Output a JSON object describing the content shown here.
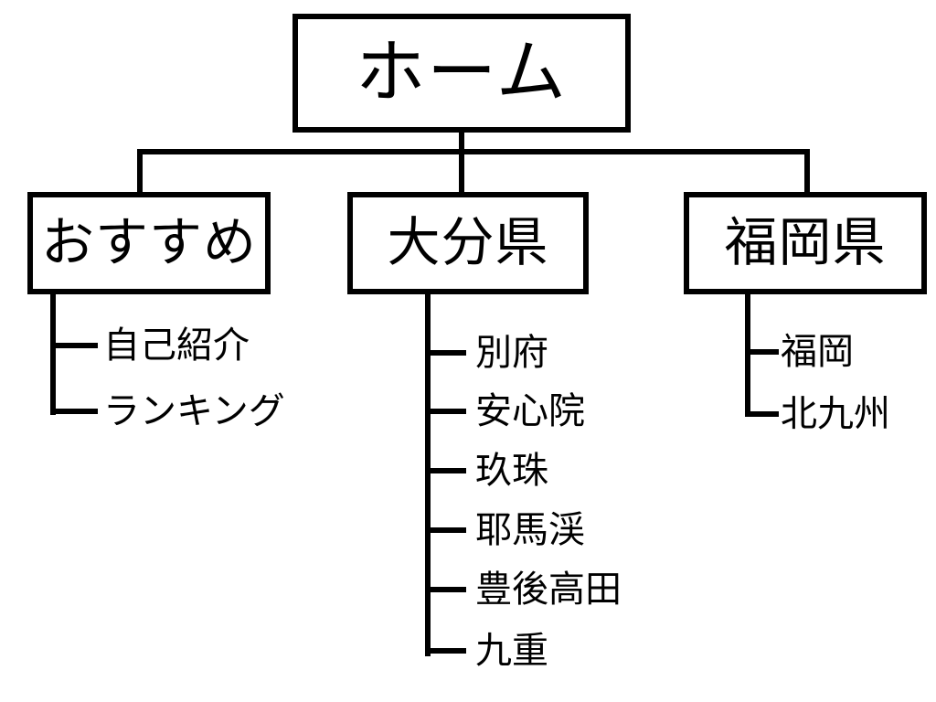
{
  "diagram": {
    "type": "tree",
    "orientation": "top-down",
    "line_color": "#000000",
    "background_color": "#ffffff",
    "box_border_color": "#000000",
    "root": {
      "id": "home",
      "label": "ホーム"
    },
    "branches": [
      {
        "id": "osusume",
        "label": "おすすめ",
        "leaves": [
          {
            "id": "jiko-shoukai",
            "label": "自己紹介"
          },
          {
            "id": "ranking",
            "label": "ランキング"
          }
        ]
      },
      {
        "id": "oita",
        "label": "大分県",
        "leaves": [
          {
            "id": "beppu",
            "label": "別府"
          },
          {
            "id": "ajimu",
            "label": "安心院"
          },
          {
            "id": "kusu",
            "label": "玖珠"
          },
          {
            "id": "yabakei",
            "label": "耶馬渓"
          },
          {
            "id": "bungotakada",
            "label": "豊後高田"
          },
          {
            "id": "kokonoe",
            "label": "九重"
          }
        ]
      },
      {
        "id": "fukuoka",
        "label": "福岡県",
        "leaves": [
          {
            "id": "fukuoka-city",
            "label": "福岡"
          },
          {
            "id": "kitakyushu",
            "label": "北九州"
          }
        ]
      }
    ]
  }
}
